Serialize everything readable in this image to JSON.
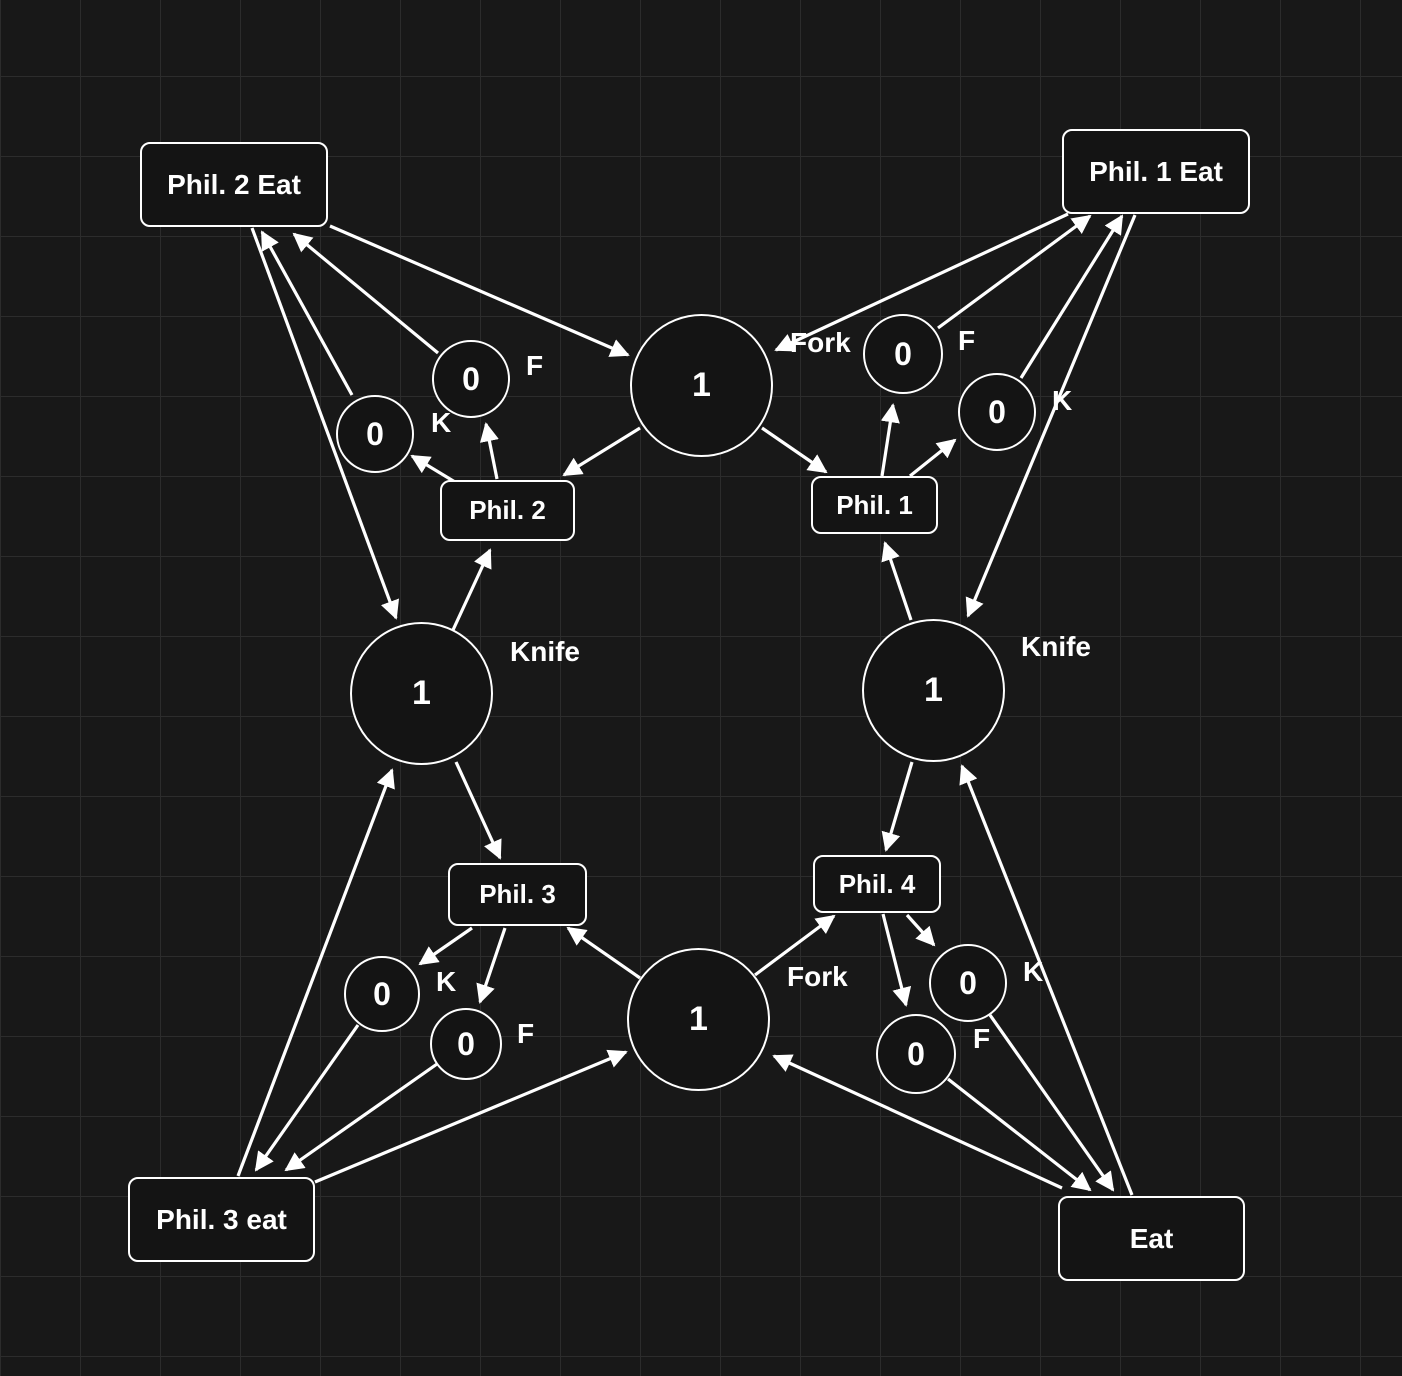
{
  "diagram": {
    "places": {
      "fork_top": "1",
      "fork_bottom": "1",
      "knife_left": "1",
      "knife_right": "1",
      "p1_fork": "0",
      "p1_knife": "0",
      "p2_fork": "0",
      "p2_knife": "0",
      "p3_knife": "0",
      "p3_fork": "0",
      "p4_knife": "0",
      "p4_fork": "0"
    },
    "transitions": {
      "phil1": "Phil. 1",
      "phil2": "Phil. 2",
      "phil3": "Phil. 3",
      "phil4": "Phil. 4",
      "phil1_eat": "Phil. 1 Eat",
      "phil2_eat": "Phil. 2 Eat",
      "phil3_eat": "Phil. 3 eat",
      "phil4_eat": "Eat"
    },
    "labels": {
      "fork_top": "Fork",
      "fork_bottom": "Fork",
      "knife_left": "Knife",
      "knife_right": "Knife",
      "p1_f": "F",
      "p1_k": "K",
      "p2_f": "F",
      "p2_k": "K",
      "p3_k": "K",
      "p3_f": "F",
      "p4_k": "K",
      "p4_f": "F"
    }
  },
  "colors": {
    "background": "#181818",
    "grid": "#2c2c2c",
    "node_fill": "#141414",
    "stroke": "#ffffff",
    "text": "#ffffff"
  }
}
